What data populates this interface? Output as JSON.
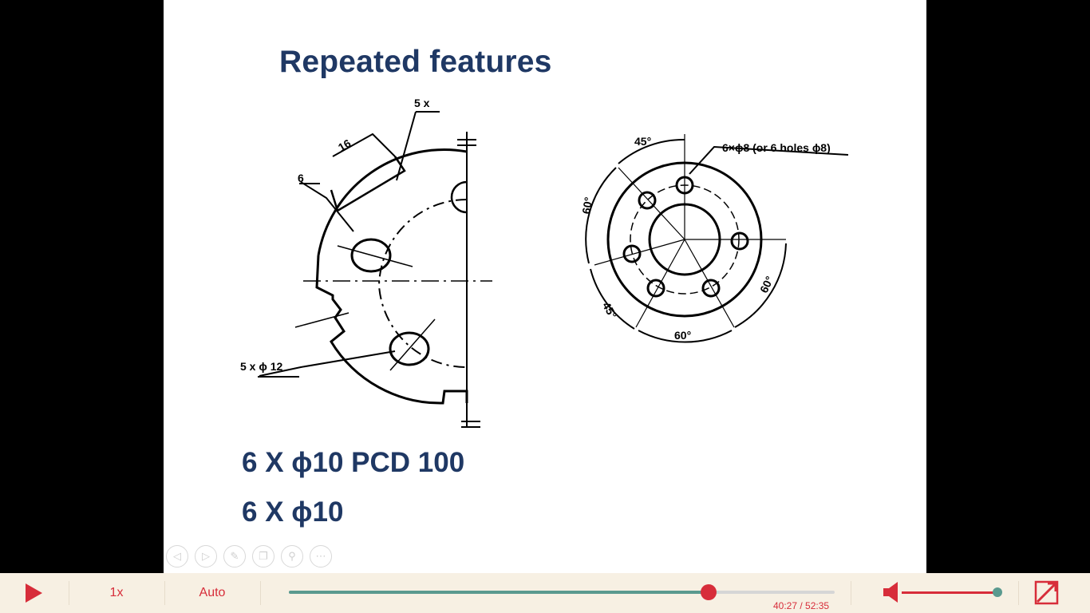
{
  "slide": {
    "title": "Repeated features",
    "caption_1": "6 X ϕ10 PCD 100",
    "caption_2": "6 X ϕ10",
    "left_drawing": {
      "dim_count": "5 x",
      "dim_width": "16",
      "dim_depth": "6",
      "dim_holes": "5 x ϕ 12"
    },
    "right_drawing": {
      "note": "6×ϕ8 (or 6 holes ϕ8)",
      "angle_top": "45°",
      "angle_left": "60°",
      "angle_lower_left": "45°",
      "angle_bottom": "60°",
      "angle_right": "60°"
    },
    "tools": [
      "prev-icon",
      "next-icon",
      "pen-icon",
      "copy-icon",
      "zoom-icon",
      "more-icon"
    ]
  },
  "player": {
    "speed_label": "1x",
    "quality_label": "Auto",
    "time": "40:27 / 52:35",
    "progress": 0.769,
    "buffered": 0.788,
    "volume": 1.0,
    "accent_color": "#d72d3a",
    "track_color": "#5a9a8f"
  }
}
